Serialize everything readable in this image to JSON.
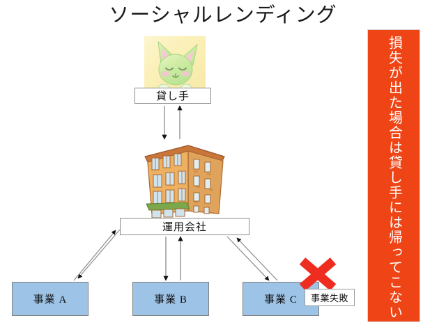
{
  "title": "ソーシャルレンディング",
  "nodes": {
    "lender": {
      "label": "貸し手"
    },
    "operator": {
      "label": "運用会社"
    },
    "business_a": {
      "label": "事業 A"
    },
    "business_b": {
      "label": "事業 B"
    },
    "business_c": {
      "label": "事業 C"
    },
    "failure": {
      "label": "事業失敗"
    }
  },
  "banner": {
    "text": "損失が出た場合は貸し手には帰ってこない",
    "background": "#EF4415",
    "text_color": "#FFFFFF"
  },
  "illustrations": {
    "lender_avatar": "cat-watercolor-illustration",
    "operator_building": "apartment-building-illustration",
    "failure_mark": "red-x-mark-icon"
  },
  "colors": {
    "business_box_fill": "#9DC3E6",
    "business_box_border": "#7F7F7F",
    "white_box_border": "#8A8A8A",
    "arrow_stroke": "#808080",
    "arrow_head": "#111111",
    "red_x": "#EE2C20",
    "page_background": "#FFFFFF",
    "title_color": "#1A1A1A"
  },
  "arrows": [
    {
      "name": "lender-to-operator",
      "direction": "down"
    },
    {
      "name": "operator-to-lender",
      "direction": "up"
    },
    {
      "name": "operator-to-business-a",
      "direction": "bidirectional"
    },
    {
      "name": "operator-to-business-b",
      "direction": "bidirectional"
    },
    {
      "name": "operator-to-business-c",
      "direction": "bidirectional"
    }
  ]
}
